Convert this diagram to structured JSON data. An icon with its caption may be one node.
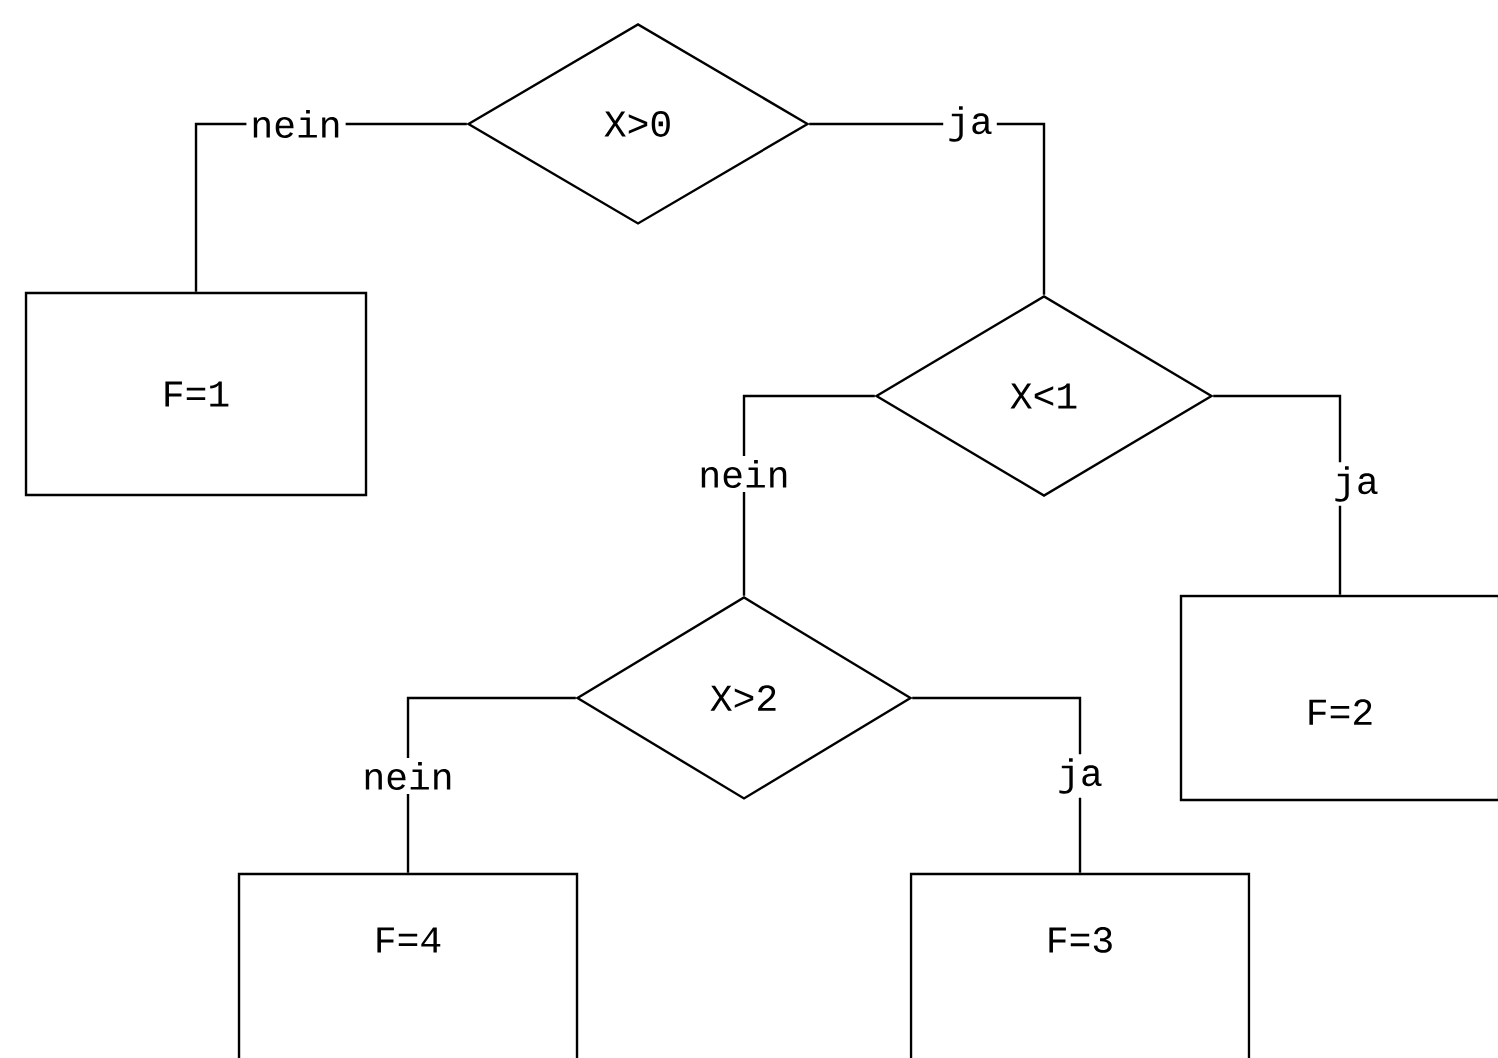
{
  "diagram": {
    "nodes": [
      {
        "text": [
          "X>0"
        ]
      },
      {
        "text": [
          "F=1"
        ]
      },
      {
        "text": [
          "X<1"
        ]
      },
      {
        "text": [
          "F=2"
        ]
      },
      {
        "text": [
          "X>2"
        ]
      },
      {
        "text": [
          "F=4"
        ]
      },
      {
        "text": [
          "F=3"
        ]
      }
    ],
    "edges": [
      {
        "from": 0,
        "to": 1,
        "arrow": "none",
        "label": "nein"
      },
      {
        "from": 0,
        "to": 2,
        "arrow": "none",
        "label": "ja"
      },
      {
        "from": 2,
        "to": 4,
        "arrow": "none",
        "label": "nein"
      },
      {
        "from": 2,
        "to": 3,
        "arrow": "none",
        "label": "ja"
      },
      {
        "from": 4,
        "to": 5,
        "arrow": "none",
        "label": "nein"
      },
      {
        "from": 4,
        "to": 6,
        "arrow": "none",
        "label": "ja"
      }
    ]
  }
}
